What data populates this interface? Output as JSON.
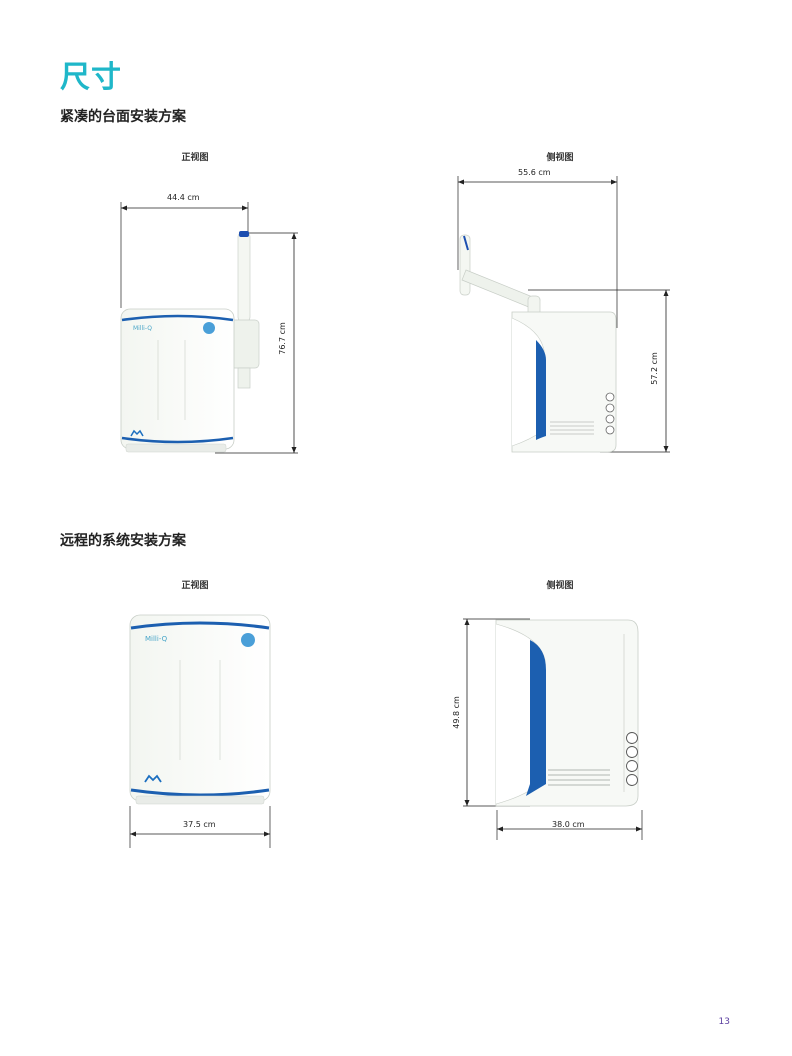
{
  "page": {
    "title": "尺寸",
    "page_number": "13"
  },
  "compact": {
    "heading": "紧凑的台面安装方案",
    "front_label": "正视图",
    "side_label": "侧视图",
    "front_width": "44.4 cm",
    "front_height": "76.7 cm",
    "side_width": "55.6 cm",
    "side_height": "57.2 cm"
  },
  "remote": {
    "heading": "远程的系统安装方案",
    "front_label": "正视图",
    "side_label": "侧视图",
    "front_width": "37.5 cm",
    "side_height": "49.8 cm",
    "side_width": "38.0 cm"
  },
  "brand": {
    "accent": "#1fb7c9",
    "blue": "#1c5fb0"
  }
}
